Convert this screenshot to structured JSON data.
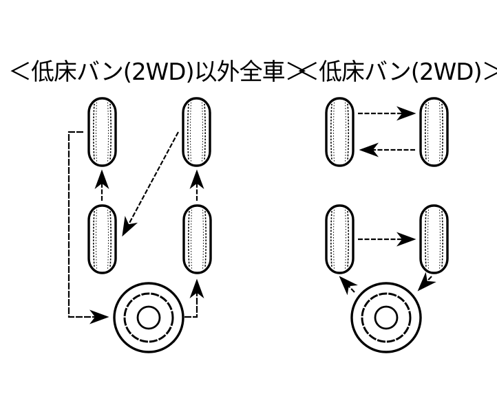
{
  "titles": {
    "left": "＜低床バン(2WD)以外全車＞",
    "right": "＜低床バン(2WD)＞"
  },
  "diagrams": {
    "left": {
      "label": "低床バン(2WD)以外全車",
      "type": "five-wheel-rotation",
      "wheels": [
        "front-left",
        "front-right",
        "rear-left",
        "rear-right",
        "spare"
      ],
      "arrows": [
        {
          "from": "rear-left",
          "to": "front-left"
        },
        {
          "from": "rear-right",
          "to": "front-right"
        },
        {
          "from": "front-right",
          "to": "rear-left"
        },
        {
          "from": "front-left",
          "to": "spare"
        },
        {
          "from": "spare",
          "to": "rear-right"
        }
      ]
    },
    "right": {
      "label": "低床バン(2WD)",
      "type": "five-wheel-rotation",
      "wheels": [
        "front-left",
        "front-right",
        "rear-left",
        "rear-right",
        "spare"
      ],
      "arrows": [
        {
          "from": "front-left",
          "to": "front-right"
        },
        {
          "from": "front-right",
          "to": "front-left"
        },
        {
          "from": "rear-left",
          "to": "rear-right"
        },
        {
          "from": "rear-right",
          "to": "spare"
        },
        {
          "from": "spare",
          "to": "rear-left"
        }
      ]
    }
  },
  "colors": {
    "ink": "#000000",
    "background": "#ffffff"
  }
}
